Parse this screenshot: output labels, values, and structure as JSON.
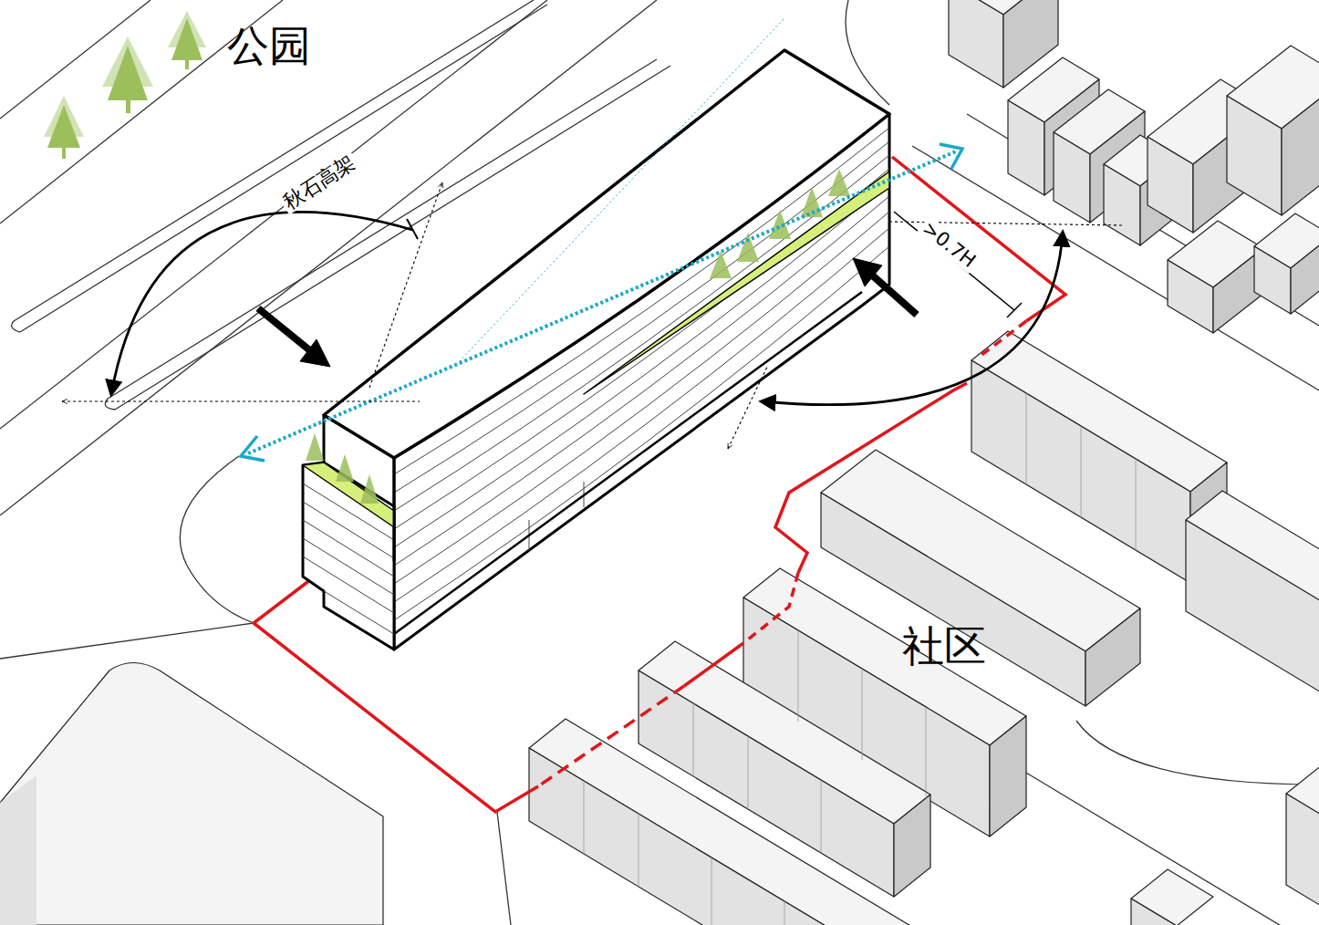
{
  "diagram": {
    "labels": [
      "公园",
      "秋石高架",
      ">0.7H",
      "社区"
    ]
  }
}
